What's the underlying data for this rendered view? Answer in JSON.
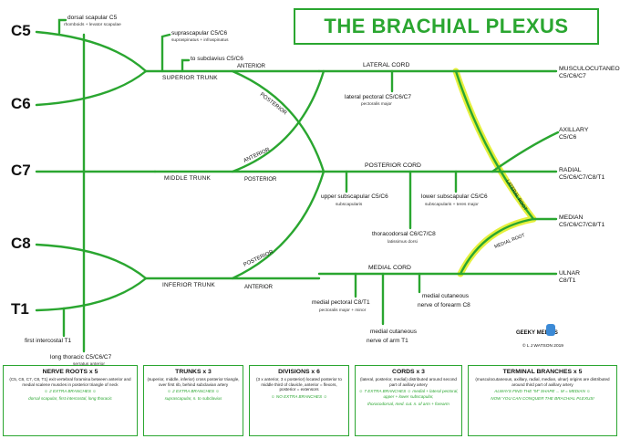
{
  "title": "THE BRACHIAL PLEXUS",
  "colors": {
    "nerve": "#2aa630",
    "highlight": "#e6f03c",
    "text": "#111111"
  },
  "roots": [
    "C5",
    "C6",
    "C7",
    "C8",
    "T1"
  ],
  "trunks": {
    "superior": "SUPERIOR TRUNK",
    "middle": "MIDDLE TRUNK",
    "inferior": "INFERIOR TRUNK"
  },
  "divisions": {
    "anterior": "ANTERIOR",
    "posterior": "POSTERIOR"
  },
  "cords": {
    "lateral": "LATERAL CORD",
    "posterior": "POSTERIOR CORD",
    "medial": "MEDIAL CORD"
  },
  "root_labels": {
    "lateral": "LATERAL ROOT",
    "medial": "MEDIAL ROOT"
  },
  "branches": {
    "dorsal_scapular": {
      "name": "dorsal scapular C5",
      "muscles": "rhomboids + levator scapulae"
    },
    "suprascapular": {
      "name": "suprascapular C5/C6",
      "muscles": "supraspinatus + infraspinatus"
    },
    "subclavius": {
      "name": "to subclavius C5/C6"
    },
    "lateral_pectoral": {
      "name": "lateral pectoral C5/C6/C7",
      "muscles": "pectoralis major"
    },
    "upper_subscapular": {
      "name": "upper subscapular C5/C6",
      "muscles": "subscapularis"
    },
    "lower_subscapular": {
      "name": "lower subscapular C5/C6",
      "muscles": "subscapularis + teres major"
    },
    "thoracodorsal": {
      "name": "thoracodorsal C6/C7/C8",
      "muscles": "latissimus dorsi"
    },
    "medial_pectoral": {
      "name": "medial pectoral C8/T1",
      "muscles": "pectoralis major + minor"
    },
    "medial_cut_forearm": {
      "line1": "medial cutaneous",
      "line2": "nerve of forearm C8"
    },
    "medial_cut_arm": {
      "line1": "medial cutaneous",
      "line2": "nerve of arm T1"
    },
    "first_intercostal": {
      "name": "first intercostal T1"
    },
    "long_thoracic": {
      "name": "long thoracic C5/C6/C7",
      "muscles": "serratus anterior"
    }
  },
  "terminals": [
    {
      "name": "MUSCULOCUTANEOUS",
      "roots": "C5/C6/C7"
    },
    {
      "name": "AXILLARY",
      "roots": "C5/C6"
    },
    {
      "name": "RADIAL",
      "roots": "C5/C6/C7/C8/T1"
    },
    {
      "name": "MEDIAN",
      "roots": "C5/C6/C7/C8/T1"
    },
    {
      "name": "ULNAR",
      "roots": "C8/T1"
    }
  ],
  "logo": {
    "name": "GEEKY MEDICS",
    "copyright": "© L J WATSON 2019"
  },
  "summary_boxes": [
    {
      "heading": "NERVE ROOTS x 5",
      "desc": "(C5, C6, C7, C8, T1) exit vertebral foramina between anterior and medial scalene muscles in posterior triangle of neck",
      "green1": "☺ 2 EXTRA BRANCHES ☺",
      "green2": "dorsal scapular, first intercostal, long thoracic"
    },
    {
      "heading": "TRUNKS x 3",
      "desc": "(superior, middle, inferior) cross posterior triangle, over first rib, behind subclavian artery",
      "green1": "☺ 2 EXTRA BRANCHES ☺",
      "green2": "suprascapular, n. to subclavius"
    },
    {
      "heading": "DIVISIONS x 6",
      "desc": "(3 x anterior, 3 x posterior) located posterior to middle third of clavicle, anterior = flexors, posterior = extensors",
      "green1": "☺ NO EXTRA BRANCHES ☺",
      "green2": ""
    },
    {
      "heading": "CORDS x 3",
      "desc": "(lateral, posterior, medial) distributed around second part of axillary artery",
      "green1": "☺ 7 EXTRA BRANCHES ☺ medial + lateral pectoral, upper + lower subscapular,",
      "green2": "thoracodorsal, med. cut. n. of arm + forearm"
    },
    {
      "heading": "TERMINAL BRANCHES x 5",
      "desc": "(musculocutaneous, axillary, radial, median, ulnar) origins are distributed around third part of axillary artery",
      "green1": "ALWAYS FIND THE \"M\" SHAPE ... M = MEDIAN ☺",
      "green2": "NOW YOU CAN CONQUER THE BRACHIAL PLEXUS!"
    }
  ]
}
